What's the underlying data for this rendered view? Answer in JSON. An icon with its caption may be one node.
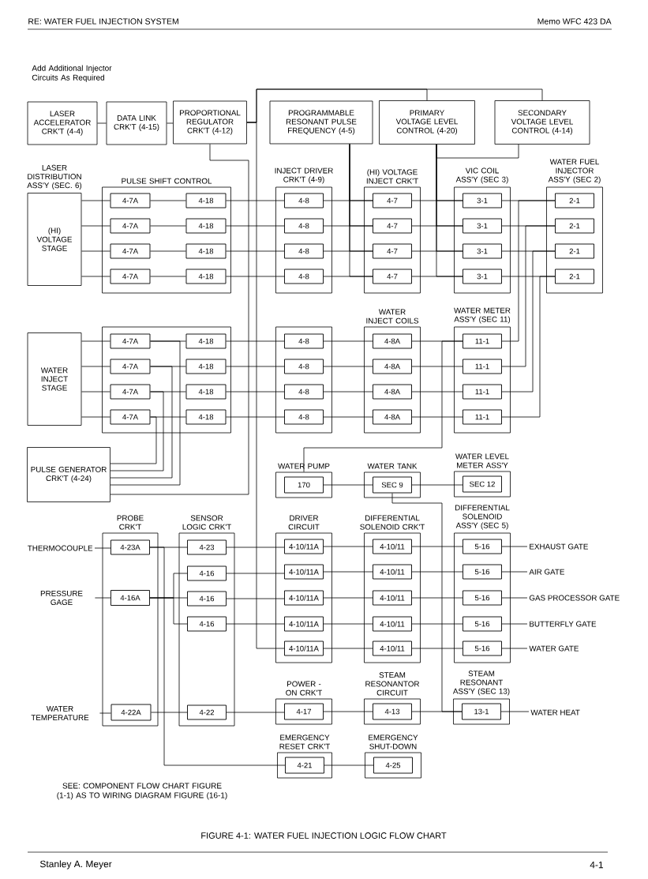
{
  "diagram": {
    "title": "RE: WATER FUEL INJECTION SYSTEM",
    "caption": "FIGURE 4-1: WATER FUEL INJECTION LOGIC FLOW CHART",
    "nodes": [
      {
        "text": [
          "LASER ACCELERATOR CRK'T (4-4)"
        ]
      },
      {
        "text": [
          "DATA LINK CRK'T (4-15)"
        ]
      },
      {
        "text": [
          "PROPORTIONAL REGULATOR CRK'T (4-12)"
        ]
      },
      {
        "text": [
          "PROGRAMMABLE RESONANT PULSE FREQUENCY (4-5)"
        ]
      },
      {
        "text": [
          "PRIMARY VOLTAGE LEVEL CONTROL (4-20)"
        ]
      },
      {
        "text": [
          "SECONDARY VOLTAGE LEVEL CONTROL (4-14)"
        ]
      },
      {
        "text": [
          "LASER DISTRIBUTION ASS'Y (SEC. 6)",
          "(HI) VOLTAGE STAGE"
        ]
      },
      {
        "text": [
          "PULSE SHIFT CONTROL"
        ]
      },
      {
        "text": [
          "4-7A"
        ],
        "in": 7
      },
      {
        "text": [
          "4-7A"
        ],
        "in": 7
      },
      {
        "text": [
          "4-7A"
        ],
        "in": 7
      },
      {
        "text": [
          "4-7A"
        ],
        "in": 7
      },
      {
        "text": [
          "4-18"
        ],
        "in": 7
      },
      {
        "text": [
          "4-18"
        ],
        "in": 7
      },
      {
        "text": [
          "4-18"
        ],
        "in": 7
      },
      {
        "text": [
          "4-18"
        ],
        "in": 7
      },
      {
        "text": [
          "INJECT DRIVER CRK'T (4-9)"
        ]
      },
      {
        "text": [
          "4-8"
        ],
        "in": 16
      },
      {
        "text": [
          "4-8"
        ],
        "in": 16
      },
      {
        "text": [
          "4-8"
        ],
        "in": 16
      },
      {
        "text": [
          "4-8"
        ],
        "in": 16
      },
      {
        "text": [
          "(HI) VOLTAGE INJECT CRK'T"
        ]
      },
      {
        "text": [
          "4-7"
        ],
        "in": 21
      },
      {
        "text": [
          "4-7"
        ],
        "in": 21
      },
      {
        "text": [
          "4-7"
        ],
        "in": 21
      },
      {
        "text": [
          "4-7"
        ],
        "in": 21
      },
      {
        "text": [
          "VIC COIL ASS'Y (SEC 3)"
        ]
      },
      {
        "text": [
          "3-1"
        ],
        "in": 26
      },
      {
        "text": [
          "3-1"
        ],
        "in": 26
      },
      {
        "text": [
          "3-1"
        ],
        "in": 26
      },
      {
        "text": [
          "3-1"
        ],
        "in": 26
      },
      {
        "text": [
          "WATER FUEL INJECTOR ASS'Y (SEC 2)"
        ]
      },
      {
        "text": [
          "2-1"
        ],
        "in": 31
      },
      {
        "text": [
          "2-1"
        ],
        "in": 31
      },
      {
        "text": [
          "2-1"
        ],
        "in": 31
      },
      {
        "text": [
          "2-1"
        ],
        "in": 31
      },
      {
        "text": [
          "WATER INJECT STAGE"
        ]
      },
      {
        "text": [],
        "shape": "box"
      },
      {
        "text": [
          "4-7A"
        ],
        "in": 37
      },
      {
        "text": [
          "4-7A"
        ],
        "in": 37
      },
      {
        "text": [
          "4-7A"
        ],
        "in": 37
      },
      {
        "text": [
          "4-7A"
        ],
        "in": 37
      },
      {
        "text": [
          "4-18"
        ],
        "in": 37
      },
      {
        "text": [
          "4-18"
        ],
        "in": 37
      },
      {
        "text": [
          "4-18"
        ],
        "in": 37
      },
      {
        "text": [
          "4-18"
        ],
        "in": 37
      },
      {
        "text": [],
        "shape": "box"
      },
      {
        "text": [
          "4-8"
        ],
        "in": 46
      },
      {
        "text": [
          "4-8"
        ],
        "in": 46
      },
      {
        "text": [
          "4-8"
        ],
        "in": 46
      },
      {
        "text": [
          "4-8"
        ],
        "in": 46
      },
      {
        "text": [
          "WATER INJECT COILS"
        ]
      },
      {
        "text": [
          "4-8A"
        ],
        "in": 51
      },
      {
        "text": [
          "4-8A"
        ],
        "in": 51
      },
      {
        "text": [
          "4-8A"
        ],
        "in": 51
      },
      {
        "text": [
          "4-8A"
        ],
        "in": 51
      },
      {
        "text": [
          "WATER METER ASS'Y (SEC 11)"
        ]
      },
      {
        "text": [
          "11-1"
        ],
        "in": 56
      },
      {
        "text": [
          "11-1"
        ],
        "in": 56
      },
      {
        "text": [
          "11-1"
        ],
        "in": 56
      },
      {
        "text": [
          "11-1"
        ],
        "in": 56
      },
      {
        "text": [
          "PULSE GENERATOR CRK'T (4-24)"
        ]
      },
      {
        "text": [
          "WATER PUMP"
        ]
      },
      {
        "text": [
          "170"
        ],
        "in": 62
      },
      {
        "text": [
          "WATER TANK"
        ]
      },
      {
        "text": [
          "SEC 9"
        ],
        "in": 64
      },
      {
        "text": [
          "WATER LEVEL METER ASS'Y"
        ]
      },
      {
        "text": [
          "SEC 12"
        ],
        "in": 66
      },
      {
        "text": [
          "PROBE CRK'T"
        ]
      },
      {
        "text": [
          "4-23A"
        ],
        "in": 68
      },
      {
        "text": [
          "4-16A"
        ],
        "in": 68
      },
      {
        "text": [
          "4-22A"
        ],
        "in": 68
      },
      {
        "text": [
          "SENSOR LOGIC CRK'T"
        ]
      },
      {
        "text": [
          "4-23"
        ],
        "in": 72
      },
      {
        "text": [
          "4-16"
        ],
        "in": 72
      },
      {
        "text": [
          "4-16"
        ],
        "in": 72
      },
      {
        "text": [
          "4-16"
        ],
        "in": 72
      },
      {
        "text": [
          "4-22"
        ],
        "in": 72
      },
      {
        "text": [
          "DRIVER CIRCUIT"
        ]
      },
      {
        "text": [
          "4-10/11A"
        ],
        "in": 78
      },
      {
        "text": [
          "4-10/11A"
        ],
        "in": 78
      },
      {
        "text": [
          "4-10/11A"
        ],
        "in": 78
      },
      {
        "text": [
          "4-10/11A"
        ],
        "in": 78
      },
      {
        "text": [
          "4-10/11A"
        ],
        "in": 78
      },
      {
        "text": [
          "DIFFERENTIAL SOLENOID CRK'T"
        ]
      },
      {
        "text": [
          "4-10/11"
        ],
        "in": 84
      },
      {
        "text": [
          "4-10/11"
        ],
        "in": 84
      },
      {
        "text": [
          "4-10/11"
        ],
        "in": 84
      },
      {
        "text": [
          "4-10/11"
        ],
        "in": 84
      },
      {
        "text": [
          "4-10/11"
        ],
        "in": 84
      },
      {
        "text": [
          "DIFFERENTIAL SOLENOID ASS'Y (SEC 5)"
        ]
      },
      {
        "text": [
          "5-16"
        ],
        "in": 90
      },
      {
        "text": [
          "5-16"
        ],
        "in": 90
      },
      {
        "text": [
          "5-16"
        ],
        "in": 90
      },
      {
        "text": [
          "5-16"
        ],
        "in": 90
      },
      {
        "text": [
          "5-16"
        ],
        "in": 90
      },
      {
        "text": [
          "EXHAUST GATE"
        ]
      },
      {
        "text": [
          "AIR GATE"
        ]
      },
      {
        "text": [
          "GAS PROCESSOR GATE"
        ]
      },
      {
        "text": [
          "BUTTERFLY GATE"
        ]
      },
      {
        "text": [
          "WATER GATE"
        ]
      },
      {
        "text": [
          "THERMOCOUPLE"
        ]
      },
      {
        "text": [
          "PRESSURE GAGE"
        ]
      },
      {
        "text": [
          "WATER TEMPERATURE"
        ]
      },
      {
        "text": [
          "POWER - ON CRK'T"
        ]
      },
      {
        "text": [
          "4-17"
        ],
        "in": 104
      },
      {
        "text": [
          "STEAM RESONANTOR CIRCUIT"
        ]
      },
      {
        "text": [
          "4-13"
        ],
        "in": 106
      },
      {
        "text": [
          "STEAM RESONANT ASS'Y (SEC 13)"
        ]
      },
      {
        "text": [
          "13-1"
        ],
        "in": 108
      },
      {
        "text": [
          "WATER HEAT"
        ]
      },
      {
        "text": [
          "EMERGENCY RESET CRK'T"
        ]
      },
      {
        "text": [
          "4-21"
        ],
        "in": 111
      },
      {
        "text": [
          "EMERGENCY SHUT-DOWN"
        ]
      },
      {
        "text": [
          "4-25"
        ],
        "in": 113
      }
    ],
    "edges": [
      {
        "from": 0,
        "to": 1,
        "arrow": "none"
      },
      {
        "from": 1,
        "to": 2,
        "arrow": "none"
      },
      {
        "from": 2,
        "to": 4,
        "arrow": "none"
      },
      {
        "from": 2,
        "to": 5,
        "arrow": "none"
      },
      {
        "from": 5,
        "to": 4,
        "arrow": "none"
      },
      {
        "from": 2,
        "to": 61,
        "arrow": "none"
      },
      {
        "from": 3,
        "to": 22,
        "arrow": "none"
      },
      {
        "from": 3,
        "to": 23,
        "arrow": "none"
      },
      {
        "from": 3,
        "to": 24,
        "arrow": "none"
      },
      {
        "from": 3,
        "to": 25,
        "arrow": "none"
      },
      {
        "from": 4,
        "to": 27,
        "arrow": "none"
      },
      {
        "from": 4,
        "to": 28,
        "arrow": "none"
      },
      {
        "from": 4,
        "to": 29,
        "arrow": "none"
      },
      {
        "from": 4,
        "to": 30,
        "arrow": "none"
      },
      {
        "from": 6,
        "to": 8,
        "arrow": "none"
      },
      {
        "from": 6,
        "to": 9,
        "arrow": "none"
      },
      {
        "from": 6,
        "to": 10,
        "arrow": "none"
      },
      {
        "from": 6,
        "to": 11,
        "arrow": "none"
      },
      {
        "from": 8,
        "to": 12,
        "arrow": "none"
      },
      {
        "from": 9,
        "to": 13,
        "arrow": "none"
      },
      {
        "from": 10,
        "to": 14,
        "arrow": "none"
      },
      {
        "from": 11,
        "to": 15,
        "arrow": "none"
      },
      {
        "from": 12,
        "to": 17,
        "arrow": "none"
      },
      {
        "from": 13,
        "to": 18,
        "arrow": "none"
      },
      {
        "from": 14,
        "to": 19,
        "arrow": "none"
      },
      {
        "from": 15,
        "to": 20,
        "arrow": "none"
      },
      {
        "from": 17,
        "to": 22,
        "arrow": "none"
      },
      {
        "from": 18,
        "to": 23,
        "arrow": "none"
      },
      {
        "from": 19,
        "to": 24,
        "arrow": "none"
      },
      {
        "from": 20,
        "to": 25,
        "arrow": "none"
      },
      {
        "from": 22,
        "to": 27,
        "arrow": "none"
      },
      {
        "from": 23,
        "to": 28,
        "arrow": "none"
      },
      {
        "from": 24,
        "to": 29,
        "arrow": "none"
      },
      {
        "from": 25,
        "to": 30,
        "arrow": "none"
      },
      {
        "from": 27,
        "to": 32,
        "arrow": "none"
      },
      {
        "from": 28,
        "to": 33,
        "arrow": "none"
      },
      {
        "from": 29,
        "to": 34,
        "arrow": "none"
      },
      {
        "from": 30,
        "to": 35,
        "arrow": "none"
      },
      {
        "from": 36,
        "to": 38,
        "arrow": "none"
      },
      {
        "from": 36,
        "to": 39,
        "arrow": "none"
      },
      {
        "from": 36,
        "to": 40,
        "arrow": "none"
      },
      {
        "from": 36,
        "to": 41,
        "arrow": "none"
      },
      {
        "from": 38,
        "to": 42,
        "arrow": "none"
      },
      {
        "from": 39,
        "to": 43,
        "arrow": "none"
      },
      {
        "from": 40,
        "to": 44,
        "arrow": "none"
      },
      {
        "from": 41,
        "to": 45,
        "arrow": "none"
      },
      {
        "from": 42,
        "to": 47,
        "arrow": "none"
      },
      {
        "from": 43,
        "to": 48,
        "arrow": "none"
      },
      {
        "from": 44,
        "to": 49,
        "arrow": "none"
      },
      {
        "from": 45,
        "to": 50,
        "arrow": "none"
      },
      {
        "from": 47,
        "to": 52,
        "arrow": "none"
      },
      {
        "from": 48,
        "to": 53,
        "arrow": "none"
      },
      {
        "from": 49,
        "to": 54,
        "arrow": "none"
      },
      {
        "from": 50,
        "to": 55,
        "arrow": "none"
      },
      {
        "from": 52,
        "to": 57,
        "arrow": "none"
      },
      {
        "from": 53,
        "to": 58,
        "arrow": "none"
      },
      {
        "from": 54,
        "to": 59,
        "arrow": "none"
      },
      {
        "from": 55,
        "to": 60,
        "arrow": "none"
      },
      {
        "from": 57,
        "to": 32,
        "arrow": "none"
      },
      {
        "from": 58,
        "to": 33,
        "arrow": "none"
      },
      {
        "from": 59,
        "to": 34,
        "arrow": "none"
      },
      {
        "from": 60,
        "to": 35,
        "arrow": "none"
      },
      {
        "from": 61,
        "to": 38,
        "arrow": "none"
      },
      {
        "from": 61,
        "to": 39,
        "arrow": "none"
      },
      {
        "from": 61,
        "to": 40,
        "arrow": "none"
      },
      {
        "from": 61,
        "to": 41,
        "arrow": "none"
      },
      {
        "from": 63,
        "to": 65,
        "arrow": "none"
      },
      {
        "from": 65,
        "to": 67,
        "arrow": "none"
      },
      {
        "from": 65,
        "to": 109,
        "arrow": "none"
      },
      {
        "from": 62,
        "to": 57,
        "arrow": "none"
      },
      {
        "from": 101,
        "to": 69,
        "arrow": "none"
      },
      {
        "from": 102,
        "to": 70,
        "arrow": "none"
      },
      {
        "from": 103,
        "to": 71,
        "arrow": "none"
      },
      {
        "from": 69,
        "to": 73,
        "arrow": "none"
      },
      {
        "from": 69,
        "to": 112,
        "arrow": "none"
      },
      {
        "from": 70,
        "to": 75,
        "arrow": "none"
      },
      {
        "from": 70,
        "to": 74,
        "arrow": "none"
      },
      {
        "from": 70,
        "to": 76,
        "arrow": "none"
      },
      {
        "from": 71,
        "to": 77,
        "arrow": "none"
      },
      {
        "from": 73,
        "to": 79,
        "arrow": "none"
      },
      {
        "from": 74,
        "to": 80,
        "arrow": "none"
      },
      {
        "from": 75,
        "to": 81,
        "arrow": "none"
      },
      {
        "from": 76,
        "to": 82,
        "arrow": "none"
      },
      {
        "from": 2,
        "to": 83,
        "arrow": "none"
      },
      {
        "from": 79,
        "to": 85,
        "arrow": "none"
      },
      {
        "from": 80,
        "to": 86,
        "arrow": "none"
      },
      {
        "from": 81,
        "to": 87,
        "arrow": "none"
      },
      {
        "from": 82,
        "to": 88,
        "arrow": "none"
      },
      {
        "from": 83,
        "to": 89,
        "arrow": "none"
      },
      {
        "from": 85,
        "to": 91,
        "arrow": "none"
      },
      {
        "from": 86,
        "to": 92,
        "arrow": "none"
      },
      {
        "from": 87,
        "to": 93,
        "arrow": "none"
      },
      {
        "from": 88,
        "to": 94,
        "arrow": "none"
      },
      {
        "from": 89,
        "to": 95,
        "arrow": "none"
      },
      {
        "from": 91,
        "to": 96,
        "arrow": "none"
      },
      {
        "from": 92,
        "to": 97,
        "arrow": "none"
      },
      {
        "from": 93,
        "to": 98,
        "arrow": "none"
      },
      {
        "from": 94,
        "to": 99,
        "arrow": "none"
      },
      {
        "from": 95,
        "to": 100,
        "arrow": "none"
      },
      {
        "from": 77,
        "to": 105,
        "arrow": "none"
      },
      {
        "from": 105,
        "to": 107,
        "arrow": "none"
      },
      {
        "from": 107,
        "to": 109,
        "arrow": "none"
      },
      {
        "from": 109,
        "to": 110,
        "arrow": "none"
      },
      {
        "from": 112,
        "to": 114,
        "arrow": "none"
      }
    ],
    "labels": [
      "Memo WFC 423 DA",
      "Add Additional Injector Circuits As Required",
      "SEE: COMPONENT FLOW CHART FIGURE (1-1) AS TO WIRING DIAGRAM FIGURE (16-1)",
      "Stanley A. Meyer",
      "4-1"
    ]
  }
}
